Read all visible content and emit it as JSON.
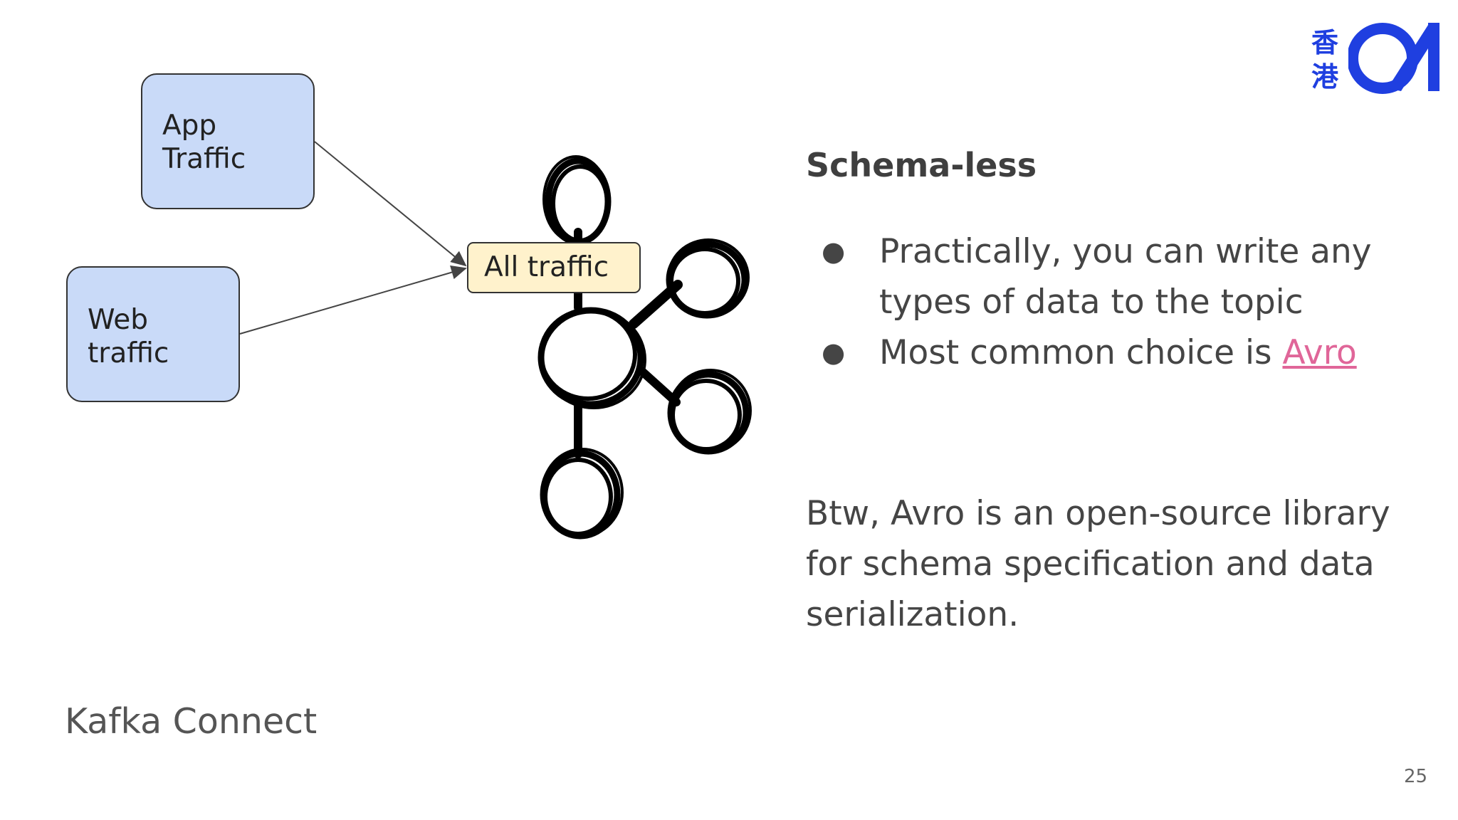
{
  "slide": {
    "heading": "Schema-less",
    "bullets": [
      {
        "text": "Practically, you can write any types of data to the topic",
        "link": ""
      },
      {
        "text": "Most common choice is ",
        "link": "Avro"
      }
    ],
    "note": "Btw, Avro is an open-source library for schema specification and data serialization.",
    "footer_title": "Kafka Connect",
    "page_number": "25",
    "bullet_glyph": "●"
  },
  "diagram": {
    "app_box": {
      "line1": "App",
      "line2": "Traffic"
    },
    "web_box": {
      "line1": "Web",
      "line2": "traffic"
    },
    "all_box": {
      "label": "All traffic"
    }
  },
  "logo": {
    "text_top": "香",
    "text_bottom": "港",
    "brand_color": "#1f3fe0",
    "mark": "01-logo"
  },
  "colors": {
    "source_box_fill": "#c9daf8",
    "target_box_fill": "#fff2cc",
    "link_color": "#e06699"
  }
}
